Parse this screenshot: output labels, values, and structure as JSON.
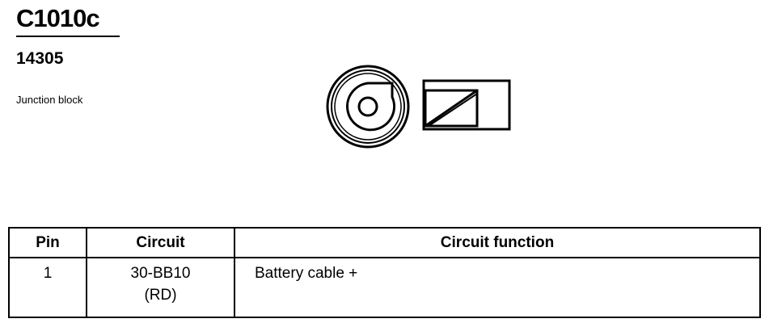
{
  "connector": {
    "id": "C1010c",
    "part_number": "14305",
    "description": "Junction block"
  },
  "table": {
    "headers": {
      "pin": "Pin",
      "circuit": "Circuit",
      "function": "Circuit function"
    },
    "rows": [
      {
        "pin": "1",
        "circuit": "30-BB10",
        "wire_color": "(RD)",
        "function": "Battery cable +"
      }
    ]
  }
}
